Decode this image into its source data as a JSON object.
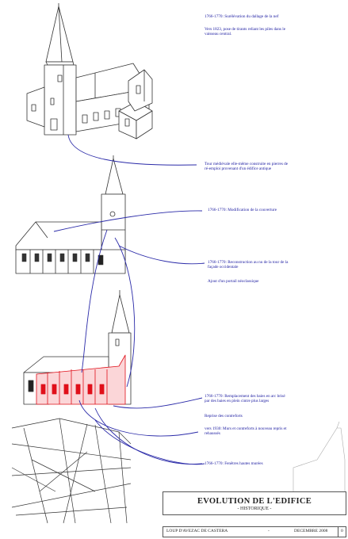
{
  "annotations": [
    {
      "lines": [
        "1766-1770:   Surélévation du dallage de la nef"
      ]
    },
    {
      "lines": [
        "Vers 1823, pose de tirants reliant les piles dans le",
        "vaisseau central."
      ]
    },
    {
      "lines": [
        "Tour médiévale elle-même construite en pierres de",
        "ré-emploi provenant d'un édifice antique"
      ]
    },
    {
      "lines": [
        "1766-1770:  Modification de la couverture"
      ]
    },
    {
      "lines": [
        "1766-1770: Reconstruction au nu de la tour de la",
        "façade occidentale"
      ]
    },
    {
      "lines": [
        "Ajout d'un portail néoclassique"
      ]
    },
    {
      "lines": [
        "1766-1770:  Remplacement des baies en arc brisé",
        "par des baies en plein cintre plus larges"
      ]
    },
    {
      "lines": [
        "Reprise des contreforts"
      ]
    },
    {
      "lines": [
        "vers 1930:  Murs et contreforts à nouveau repris et",
        "rehaussés"
      ]
    },
    {
      "lines": [
        "1766-1770:  Fenêtres hautes murées"
      ]
    }
  ],
  "title": "EVOLUTION DE L'EDIFICE",
  "subtitle": "- HISTORIQUE -",
  "footer": {
    "author": "LOUP D'AVEZAC DE CASTERA",
    "dash": "-",
    "date": "DECEMBRE 2008",
    "code": "0"
  },
  "colors": {
    "annotation_text": "#1a1aa0",
    "leader_lines": "#2a2aa8",
    "highlight": "#e0101a",
    "drawing": "#333333"
  }
}
